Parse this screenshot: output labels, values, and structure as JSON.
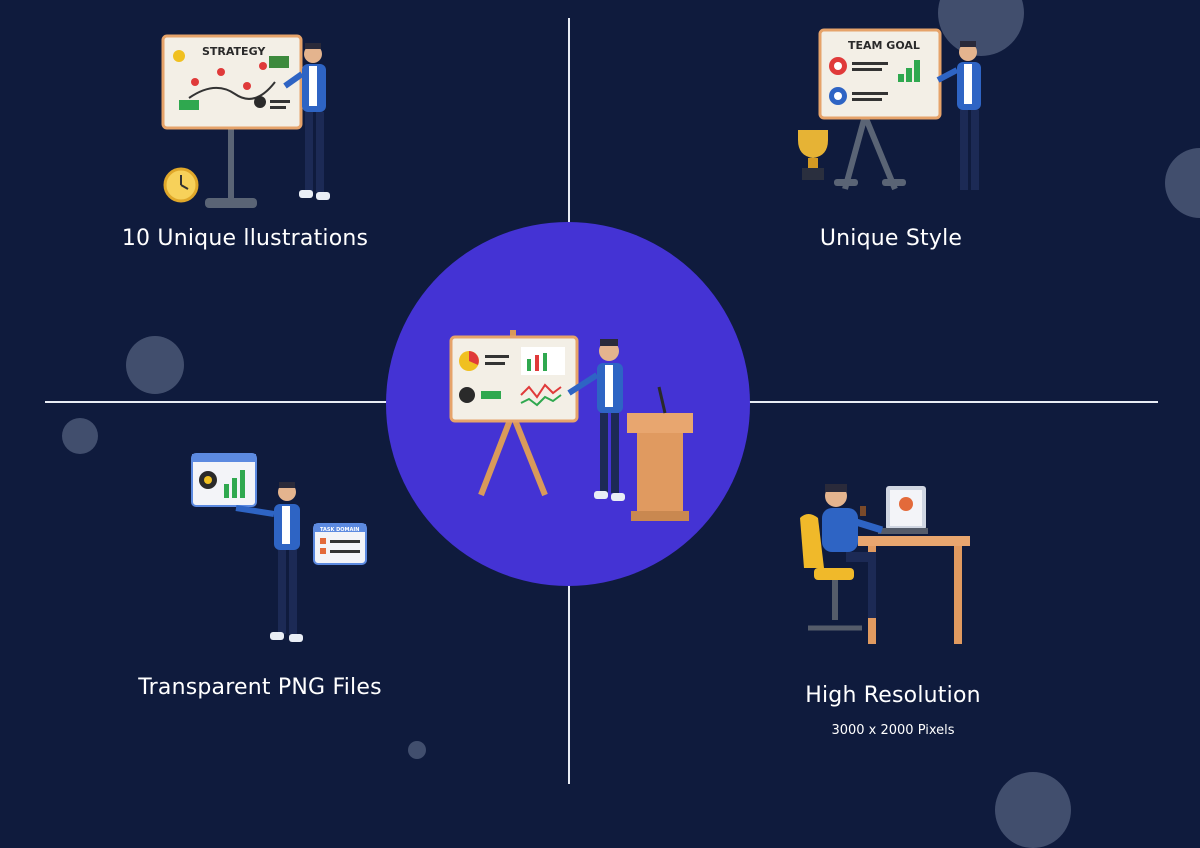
{
  "features": [
    {
      "caption": "10 Unique llustrations",
      "board_title": "STRATEGY"
    },
    {
      "caption": "Unique Style",
      "board_title": "TEAM GOAL"
    },
    {
      "caption": "Transparent PNG Files",
      "board_title": "TASK DOMAIN"
    },
    {
      "caption": "High Resolution",
      "subcaption": "3000 x 2000 Pixels"
    }
  ],
  "colors": {
    "background": "#0f1b3d",
    "accent_circle": "#4433d4",
    "divider": "#e8ecf4",
    "bubble": "#6b7896"
  },
  "icons": [
    "presentation-board-icon",
    "alarm-clock-icon",
    "trophy-icon",
    "podium-icon",
    "office-desk-icon"
  ]
}
